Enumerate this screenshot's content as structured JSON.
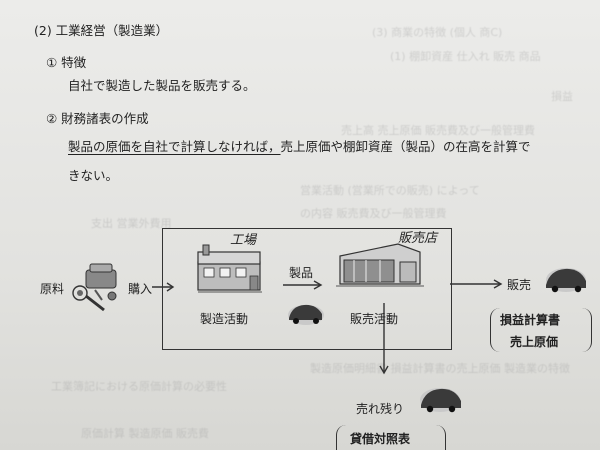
{
  "section": {
    "heading": "(2) 工業経営（製造業）",
    "item1": {
      "heading": "① 特徴",
      "text": "自社で製造した製品を販売する。"
    },
    "item2": {
      "heading": "② 財務諸表の作成",
      "line1_underlined": "製品の原価を自社で計算しなければ，",
      "line1_rest": "売上原価や棚卸資産（製品）の在高を計算で",
      "line2": "きない。"
    }
  },
  "diagram": {
    "raw_material": "原料",
    "purchase": "購入",
    "factory_sign": "工場",
    "shop_sign": "販売店",
    "product": "製品",
    "manufacturing": "製造活動",
    "sales_activity": "販売活動",
    "sales": "販売",
    "income_statement": "損益計算書",
    "cost_of_sales": "売上原価",
    "remaining": "売れ残り",
    "balance_sheet": "貸借対照表"
  }
}
